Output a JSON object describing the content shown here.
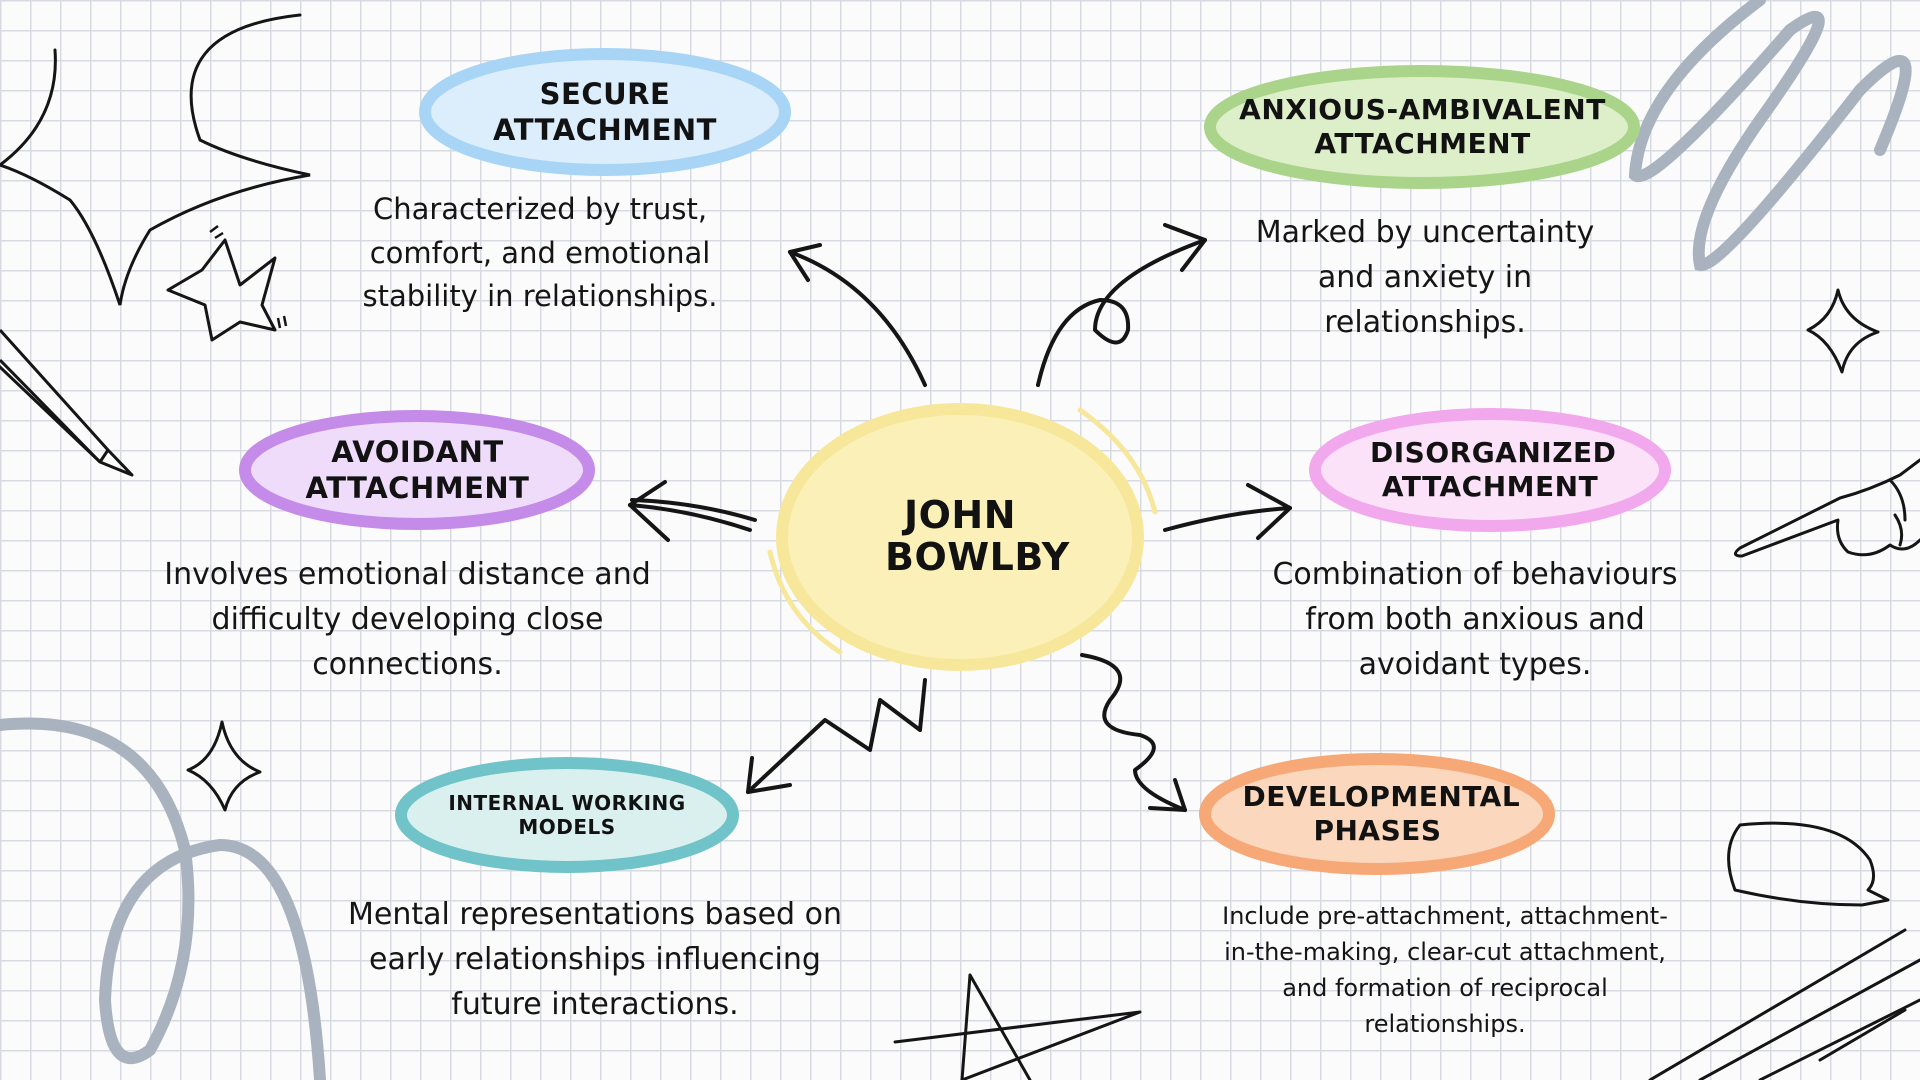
{
  "center": {
    "title": "JOHN BOWLBY",
    "color": "#f7e79a"
  },
  "nodes": {
    "secure": {
      "label": "SECURE ATTACHMENT",
      "description": "Characterized by trust, comfort, and emotional stability in relationships.",
      "color": "#a8d4f5"
    },
    "anxious": {
      "label": "ANXIOUS-AMBIVALENT ATTACHMENT",
      "description": "Marked by uncertainty and anxiety in relationships.",
      "color": "#a9d48a"
    },
    "avoidant": {
      "label": "AVOIDANT ATTACHMENT",
      "description": "Involves emotional distance and difficulty developing close connections.",
      "color": "#c48be8"
    },
    "disorganized": {
      "label": "DISORGANIZED ATTACHMENT",
      "description": "Combination of behaviours from both anxious and avoidant types.",
      "color": "#f2a8ec"
    },
    "internal": {
      "label": "INTERNAL WORKING MODELS",
      "description": "Mental representations based on early relationships influencing future interactions.",
      "color": "#70c3c8"
    },
    "phases": {
      "label": "DEVELOPMENTAL PHASES",
      "description": "Include pre-attachment, attachment-in-the-making, clear-cut attachment, and formation of reciprocal relationships.",
      "color": "#f6a877"
    }
  },
  "colors": {
    "ink": "#151515",
    "grid": "#d7dbe1",
    "scribble": "#a9b3bf"
  }
}
